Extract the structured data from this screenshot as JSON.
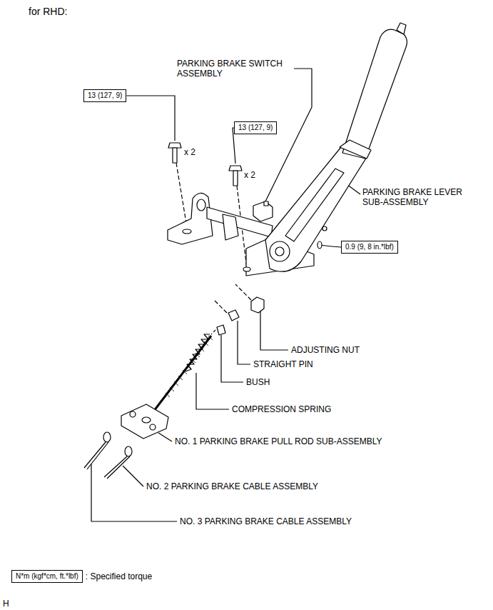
{
  "diagram": {
    "title": "for RHD:",
    "nodes": [
      {
        "text": [
          "13 (127, 9)"
        ]
      },
      {
        "text": [
          "13 (127, 9)"
        ]
      },
      {
        "text": [
          "0.9 (9, 8 in.*lbf)"
        ]
      },
      {
        "text": [
          "N*m (kgf*cm, ft.*lbf)"
        ]
      }
    ],
    "labels": [
      "PARKING BRAKE SWITCH ASSEMBLY",
      "x 2",
      "x 2",
      "PARKING BRAKE LEVER SUB-ASSEMBLY",
      "ADJUSTING NUT",
      "STRAIGHT PIN",
      "BUSH",
      "COMPRESSION SPRING",
      "NO. 1 PARKING BRAKE PULL ROD SUB-ASSEMBLY",
      "NO. 2 PARKING BRAKE CABLE ASSEMBLY",
      "NO. 3 PARKING BRAKE CABLE ASSEMBLY",
      ": Specified torque",
      "H"
    ]
  }
}
